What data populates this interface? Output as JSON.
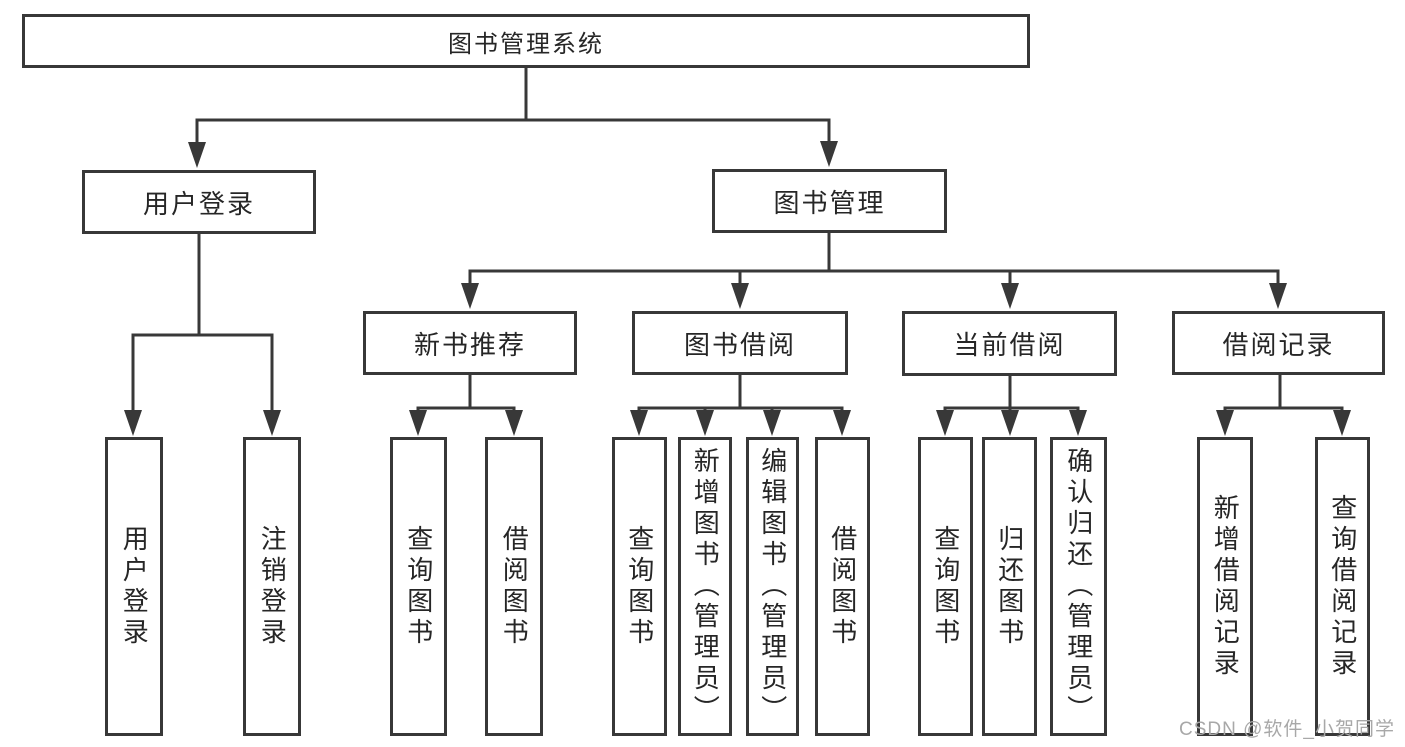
{
  "diagram": {
    "tree": {
      "label": "图书管理系统",
      "children": [
        {
          "label": "用户登录",
          "children": [
            {
              "label": "用户登录"
            },
            {
              "label": "注销登录"
            }
          ]
        },
        {
          "label": "图书管理",
          "children": [
            {
              "label": "新书推荐",
              "children": [
                {
                  "label": "查询图书"
                },
                {
                  "label": "借阅图书"
                }
              ]
            },
            {
              "label": "图书借阅",
              "children": [
                {
                  "label": "查询图书"
                },
                {
                  "label": "新增图书（管理员）"
                },
                {
                  "label": "编辑图书（管理员）"
                },
                {
                  "label": "借阅图书"
                }
              ]
            },
            {
              "label": "当前借阅",
              "children": [
                {
                  "label": "查询图书"
                },
                {
                  "label": "归还图书"
                },
                {
                  "label": "确认归还（管理员）"
                }
              ]
            },
            {
              "label": "借阅记录",
              "children": [
                {
                  "label": "新增借阅记录"
                },
                {
                  "label": "查询借阅记录"
                }
              ]
            }
          ]
        }
      ]
    },
    "colors": {
      "line": "#383838",
      "text": "#262626",
      "background": "#ffffff",
      "watermark": "#a8a8a8"
    }
  },
  "watermark": {
    "text": "CSDN @软件_小贺同学"
  }
}
